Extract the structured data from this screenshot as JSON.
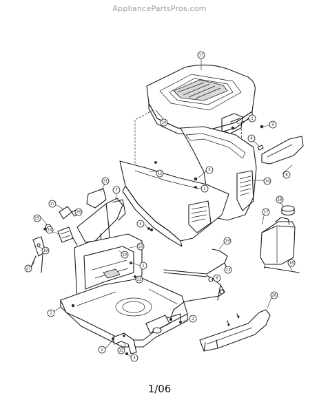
{
  "header": {
    "watermark": "AppliancePartsPros.com"
  },
  "footer": {
    "page_number": "1/06"
  },
  "callouts": [
    {
      "label": "11"
    },
    {
      "label": "10"
    },
    {
      "label": "1"
    },
    {
      "label": "9"
    },
    {
      "label": "6"
    },
    {
      "label": "8"
    },
    {
      "label": "12"
    },
    {
      "label": "5"
    },
    {
      "label": "1"
    },
    {
      "label": "14"
    },
    {
      "label": "21"
    },
    {
      "label": "7"
    },
    {
      "label": "17"
    },
    {
      "label": "26"
    },
    {
      "label": "25"
    },
    {
      "label": "24"
    },
    {
      "label": "4"
    },
    {
      "label": "23"
    },
    {
      "label": "20"
    },
    {
      "label": "18"
    },
    {
      "label": "27"
    },
    {
      "label": "1"
    },
    {
      "label": "22"
    },
    {
      "label": "18"
    },
    {
      "label": "17"
    },
    {
      "label": "19"
    },
    {
      "label": "13"
    },
    {
      "label": "8"
    },
    {
      "label": "16"
    },
    {
      "label": "2"
    },
    {
      "label": "2"
    },
    {
      "label": "28"
    },
    {
      "label": "2"
    },
    {
      "label": "15"
    },
    {
      "label": "3"
    }
  ]
}
